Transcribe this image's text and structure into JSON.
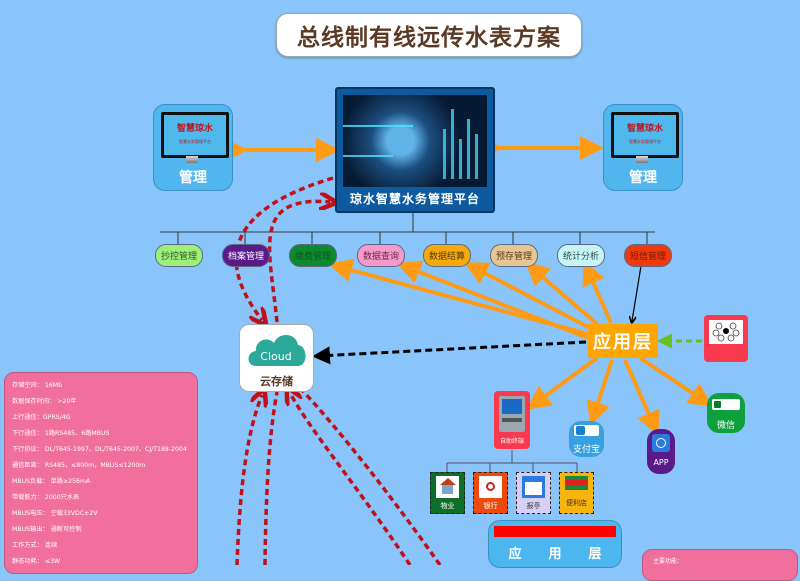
{
  "title": "总线制有线远传水表方案",
  "managers": [
    {
      "brand": "智慧琼水",
      "subtitle": "智慧水务管理平台",
      "label": "管理"
    },
    {
      "brand": "智慧琼水",
      "subtitle": "智慧水务管理平台",
      "label": "管理"
    }
  ],
  "platform": {
    "label": "琼水智慧水务管理平台"
  },
  "modules": [
    {
      "label": "抄控管理",
      "bg": "#9dee7a",
      "color": "#2e5a1c"
    },
    {
      "label": "档案管理",
      "bg": "#5a1a8a",
      "color": "#ffffff"
    },
    {
      "label": "缴费管理",
      "bg": "#0e8a2e",
      "color": "#0a5a1e"
    },
    {
      "label": "数据查询",
      "bg": "#f69acb",
      "color": "#6a2a4a"
    },
    {
      "label": "数据结算",
      "bg": "#f7a90e",
      "color": "#5a3a0a"
    },
    {
      "label": "预存管理",
      "bg": "#e6c592",
      "color": "#5a3a1a"
    },
    {
      "label": "统计分析",
      "bg": "#c9f4f7",
      "color": "#2a4a4a"
    },
    {
      "label": "短信管理",
      "bg": "#ee3a0e",
      "color": "#7a1a0a"
    }
  ],
  "cloud": {
    "logo": "Cloud",
    "label": "云存储"
  },
  "app_layer": {
    "label": "应用层"
  },
  "terminal": {
    "label": "自助终端"
  },
  "alipay": {
    "label": "支付宝"
  },
  "app": {
    "label": "APP"
  },
  "wechat": {
    "label": "微信"
  },
  "shops": [
    {
      "label": "物业",
      "bg": "#0e6e2a",
      "color": "#ffffff"
    },
    {
      "label": "银行",
      "bg": "#ee4a0e",
      "color": "#ffffff"
    },
    {
      "label": "报亭",
      "bg": "#d6d0f6",
      "color": "#333333"
    },
    {
      "label": "便利店",
      "bg": "#f7b40e",
      "color": "#333333"
    }
  ],
  "app_bottom": {
    "chars": [
      "应",
      "用",
      "层"
    ]
  },
  "specs": [
    "存储空间： 16Mb",
    "数据保存时间： >20年",
    "上行通信：GPRS/4G",
    "下行通信： 1路RS485、6路MBUS",
    "下行协议： DL/T645-1997、DL/T645-2007、CJ/T188-2004",
    "通信距离： RS485，≤800m，MBUS≤1200m",
    "MBUS负载： 单路≥256mA",
    "带载能力： 2000只水表",
    "MBUS电压： 空载33VDC±2V",
    "MBUS输出： 通断可控制",
    "工作方式： 连续",
    "静态功耗： ≤3W"
  ],
  "functions": {
    "label": "主要功能："
  }
}
